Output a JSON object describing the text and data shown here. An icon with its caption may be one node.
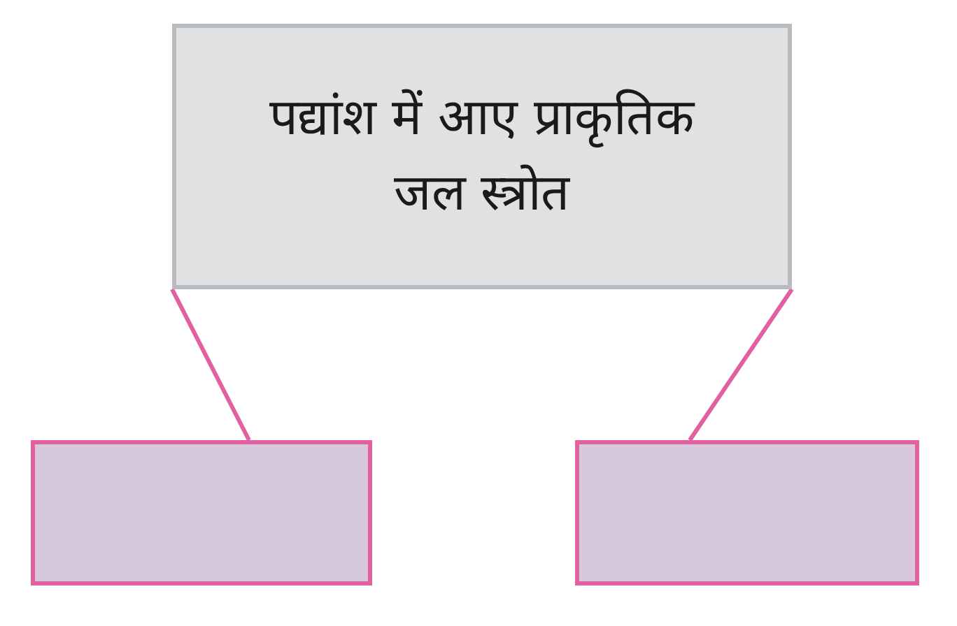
{
  "diagram": {
    "nodes": [
      {
        "text": [
          "पद्यांश में आए प्राकृतिक जल स्त्रोत"
        ]
      },
      {
        "text": [],
        "shape": "box"
      },
      {
        "text": [],
        "shape": "box"
      }
    ],
    "edges": [
      {
        "from": 0,
        "to": 1,
        "arrow": "none"
      },
      {
        "from": 0,
        "to": 2,
        "arrow": "none"
      }
    ]
  }
}
